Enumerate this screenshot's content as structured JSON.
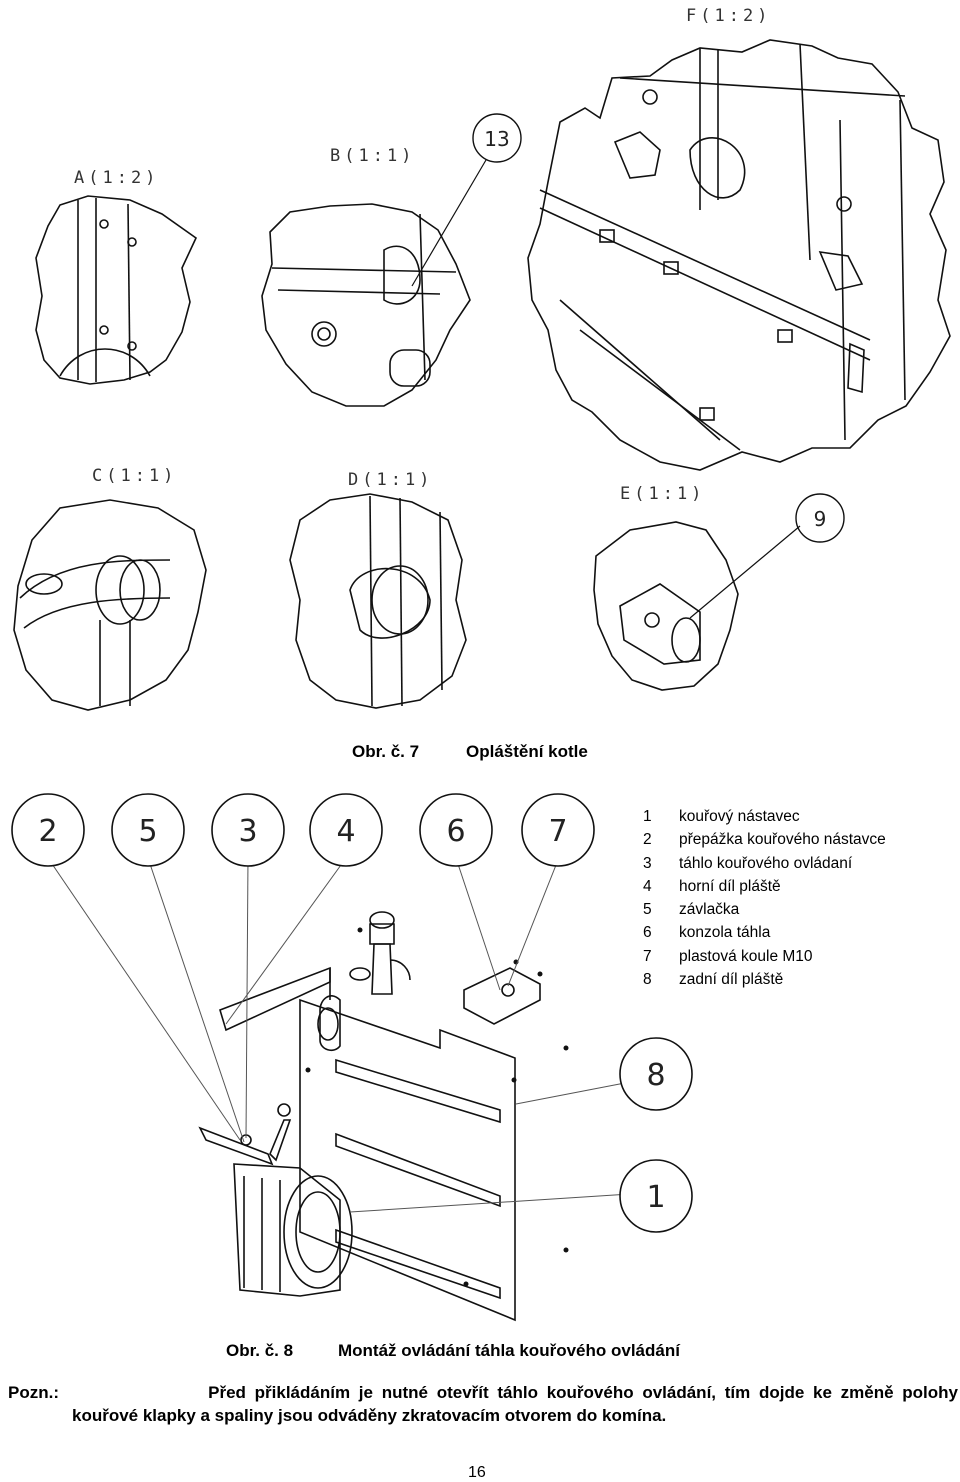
{
  "figure7": {
    "view_labels": {
      "A": "A(1:2)",
      "B": "B(1:1)",
      "C": "C(1:1)",
      "D": "D(1:1)",
      "E": "E(1:1)",
      "F": "F(1:2)"
    },
    "callouts": {
      "B": "13",
      "E": "9"
    },
    "caption_number": "Obr. č. 7",
    "caption_title": "Opláštění kotle"
  },
  "figure8": {
    "callouts_top": [
      "2",
      "5",
      "3",
      "4",
      "6",
      "7"
    ],
    "callouts_right": [
      "8",
      "1"
    ],
    "legend": [
      {
        "num": "1",
        "text": "kouřový nástavec"
      },
      {
        "num": "2",
        "text": "přepážka kouřového nástavce"
      },
      {
        "num": "3",
        "text": "táhlo kouřového ovládaní"
      },
      {
        "num": "4",
        "text": "horní díl pláště"
      },
      {
        "num": "5",
        "text": "závlačka"
      },
      {
        "num": "6",
        "text": "konzola táhla"
      },
      {
        "num": "7",
        "text": "plastová koule M10"
      },
      {
        "num": "8",
        "text": "zadní díl pláště"
      }
    ],
    "caption_number": "Obr. č. 8",
    "caption_title": "Montáž ovládání táhla kouřového ovládání"
  },
  "note": {
    "label": "Pozn.:",
    "line1": "Před přikládáním je nutné otevřít táhlo kouřového ovládání, tím dojde ke změně polohy",
    "line2": "kouřové klapky a spaliny jsou odváděny zkratovacím otvorem do komína."
  },
  "page_number": "16"
}
